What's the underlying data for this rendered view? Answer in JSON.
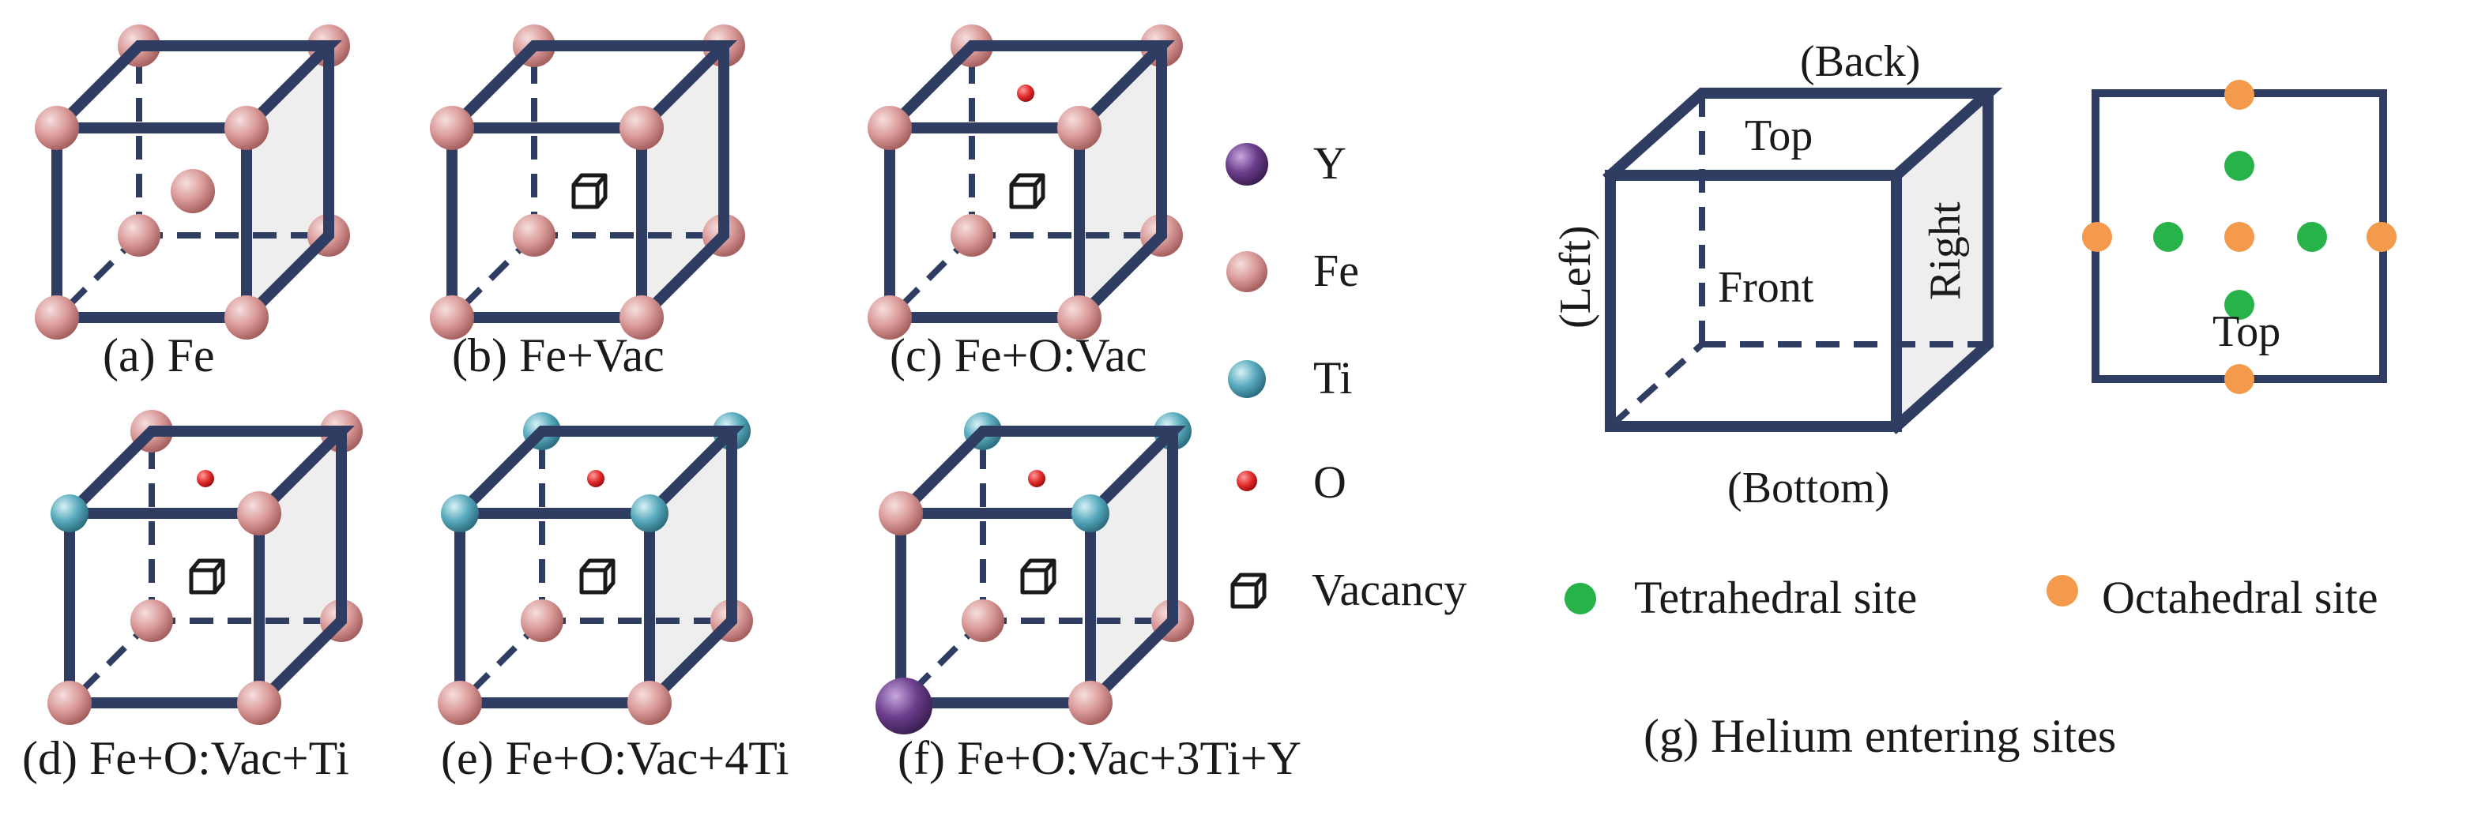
{
  "cells": [
    {
      "caption": "(a) Fe",
      "vacancy": false,
      "small_o": false,
      "ti_front_top": false,
      "ti_back_top": false,
      "y_corner": false,
      "center_fe": true
    },
    {
      "caption": "(b) Fe+Vac",
      "vacancy": true,
      "small_o": false,
      "ti_front_top": false,
      "ti_back_top": false,
      "y_corner": false,
      "center_fe": false
    },
    {
      "caption": "(c) Fe+O:Vac",
      "vacancy": true,
      "small_o": true,
      "ti_front_top": false,
      "ti_back_top": false,
      "y_corner": false,
      "center_fe": false
    },
    {
      "caption": "(d) Fe+O:Vac+Ti",
      "vacancy": true,
      "small_o": true,
      "ti_front_top": "left",
      "ti_back_top": false,
      "y_corner": false,
      "center_fe": false
    },
    {
      "caption": "(e) Fe+O:Vac+4Ti",
      "vacancy": true,
      "small_o": true,
      "ti_front_top": "both",
      "ti_back_top": "both",
      "y_corner": false,
      "center_fe": false
    },
    {
      "caption": "(f) Fe+O:Vac+3Ti+Y",
      "vacancy": true,
      "small_o": true,
      "ti_front_top": "right",
      "ti_back_top": "both",
      "y_corner": true,
      "center_fe": false
    }
  ],
  "legend": [
    {
      "label": "Y",
      "icon": "purple-sphere"
    },
    {
      "label": "Fe",
      "icon": "pink-sphere"
    },
    {
      "label": "Ti",
      "icon": "teal-sphere"
    },
    {
      "label": "O",
      "icon": "red-dot"
    },
    {
      "label": "Vacancy",
      "icon": "cube-outline"
    }
  ],
  "faces": {
    "back": "(Back)",
    "top": "Top",
    "left": "(Left)",
    "front": "Front",
    "right": "Right",
    "bottom": "(Bottom)"
  },
  "square_label": "Top",
  "sites": [
    {
      "label": "Tetrahedral site",
      "color": "#27b34a"
    },
    {
      "label": "Octahedral site",
      "color": "#f39a4c"
    }
  ],
  "g_caption": "(g) Helium entering sites",
  "colors": {
    "frame": "#2f3d63",
    "fe": "#d99a98",
    "ti": "#58aabd",
    "y": "#6b3d8c",
    "o": "#e02828",
    "shade": "#eeeeee"
  }
}
